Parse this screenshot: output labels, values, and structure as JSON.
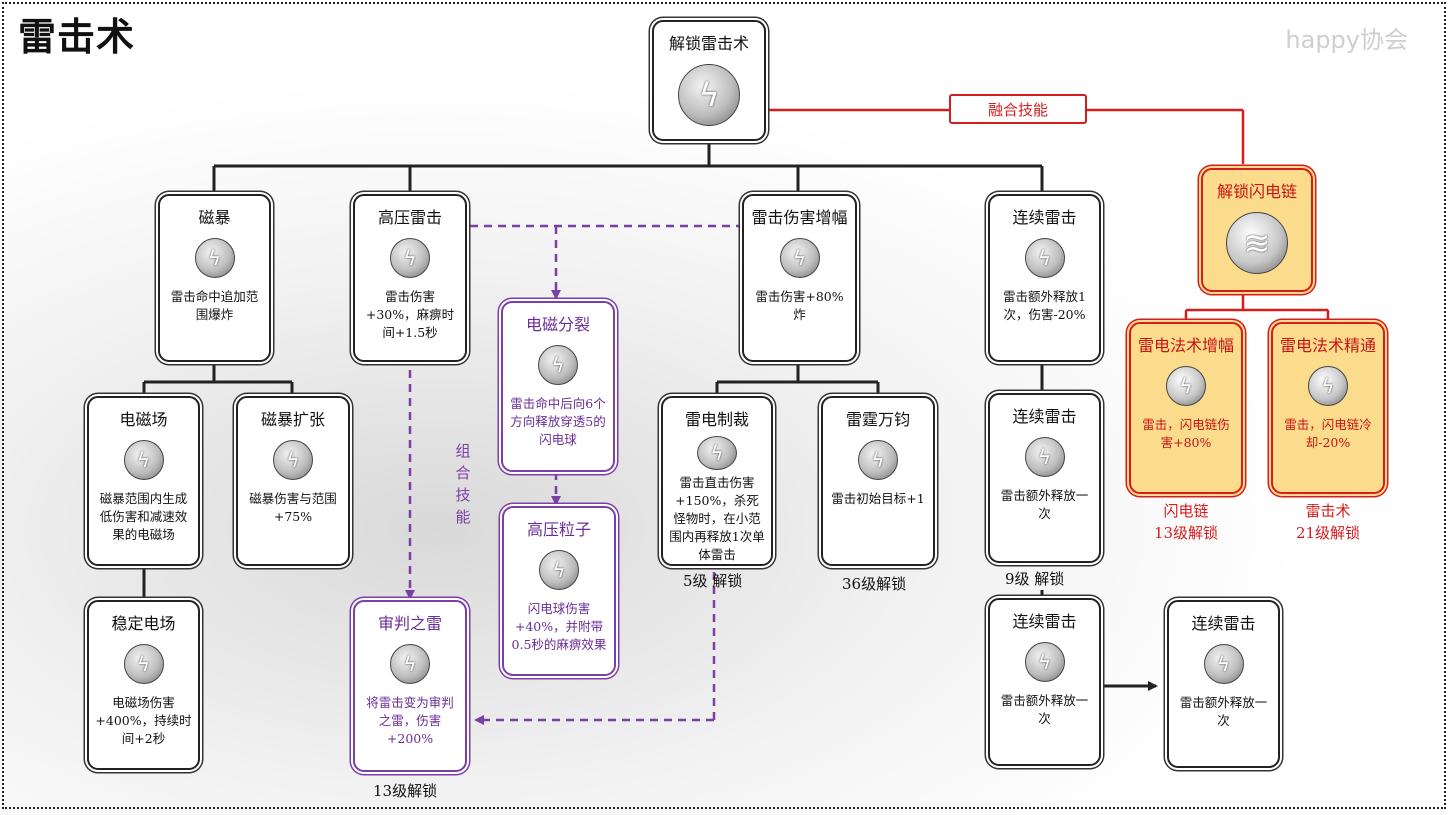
{
  "title": "雷击术",
  "brand": "happy协会",
  "fusion_label": "融合技能",
  "combo_label": "组合技能",
  "nodes": {
    "root": {
      "name": "解锁雷击术",
      "desc": "",
      "icon": "lightning-orb-icon"
    },
    "cibao": {
      "name": "磁暴",
      "desc": "雷击命中追加范围爆炸",
      "icon": "lightning-orb-icon"
    },
    "gaoya": {
      "name": "高压雷击",
      "desc": "雷击伤害+30%，麻痹时间+1.5秒",
      "icon": "lightning-orb-icon"
    },
    "shanghai": {
      "name": "雷击伤害增幅",
      "desc": "雷击伤害+80%炸",
      "icon": "lightning-orb-icon"
    },
    "lianxu1": {
      "name": "连续雷击",
      "desc": "雷击额外释放1次，伤害-20%",
      "icon": "lightning-orb-icon"
    },
    "dianci": {
      "name": "电磁场",
      "desc": "磁暴范围内生成低伤害和减速效果的电磁场",
      "icon": "lightning-orb-icon"
    },
    "kuozhang": {
      "name": "磁暴扩张",
      "desc": "磁暴伤害与范围+75%",
      "icon": "lightning-orb-icon"
    },
    "wending": {
      "name": "稳定电场",
      "desc": "电磁场伤害+400%，持续时间+2秒",
      "icon": "lightning-orb-icon"
    },
    "fenlie": {
      "name": "电磁分裂",
      "desc": "雷击命中后向6个方向释放穿透5的闪电球",
      "icon": "lightning-orb-icon"
    },
    "lizi": {
      "name": "高压粒子",
      "desc": "闪电球伤害+40%，并附带0.5秒的麻痹效果",
      "icon": "lightning-orb-icon"
    },
    "shenpan": {
      "name": "审判之雷",
      "desc": "将雷击变为审判之雷，伤害+200%",
      "icon": "lightning-orb-icon"
    },
    "zhicai": {
      "name": "雷电制裁",
      "desc": "雷击直击伤害+150%，杀死怪物时，在小范围内再释放1次单体雷击",
      "icon": "lightning-orb-icon"
    },
    "wanjun": {
      "name": "雷霆万钧",
      "desc": "雷击初始目标+1",
      "icon": "lightning-orb-icon"
    },
    "lianxu2": {
      "name": "连续雷击",
      "desc": "雷击额外释放一次",
      "icon": "lightning-orb-icon"
    },
    "lianxu3": {
      "name": "连续雷击",
      "desc": "雷击额外释放一次",
      "icon": "lightning-orb-icon"
    },
    "lianxu4": {
      "name": "连续雷击",
      "desc": "雷击额外释放一次",
      "icon": "lightning-orb-icon"
    },
    "shandian": {
      "name": "解锁闪电链",
      "desc": "",
      "icon": "chain-lightning-icon"
    },
    "zengfu": {
      "name": "雷电法术增幅",
      "desc": "雷击，闪电链伤害+80%",
      "icon": "lightning-bolt-icon"
    },
    "jingtong": {
      "name": "雷电法术精通",
      "desc": "雷击，闪电链冷却-20%",
      "icon": "lightning-bolt-icon"
    }
  },
  "unlocks": {
    "zhicai": "5级  解锁",
    "wanjun": "36级解锁",
    "lianxu2": "9级  解锁",
    "shenpan": "13级解锁",
    "zengfu_req": "闪电链",
    "zengfu_lvl": "13级解锁",
    "jingtong_req": "雷击术",
    "jingtong_lvl": "21级解锁"
  },
  "colors": {
    "fusion": "#d61d1d",
    "combo": "#7b3fa6",
    "gold_fill": "#fbdc8c",
    "line": "#222222"
  }
}
